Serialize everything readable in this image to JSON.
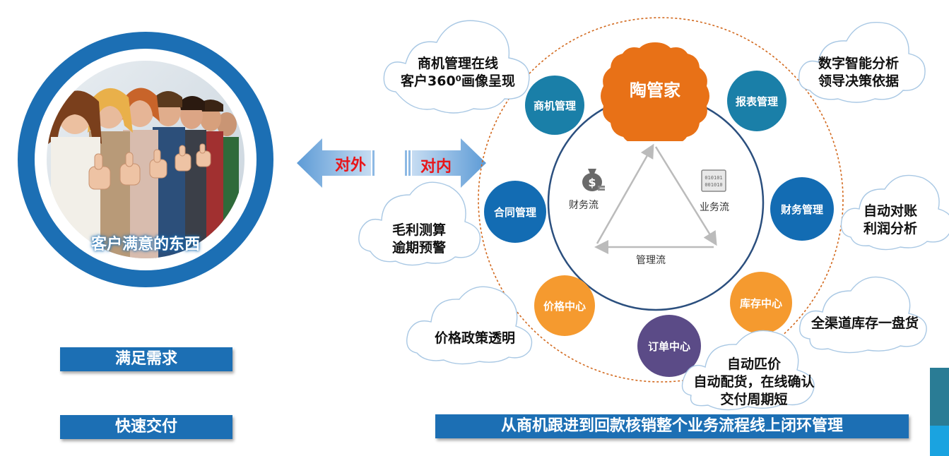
{
  "left": {
    "caption": "客户满意的东西",
    "bar1": "满足需求",
    "bar2": "快速交付"
  },
  "arrows": {
    "outer": "对外",
    "inner": "对内"
  },
  "center": {
    "hub": "陶管家",
    "flows": {
      "finance": "财务流",
      "business": "业务流",
      "management": "管理流"
    }
  },
  "nodes": {
    "opportunity": "商机管理",
    "report": "报表管理",
    "contract": "合同管理",
    "finance": "财务管理",
    "price": "价格中心",
    "inventory": "库存中心",
    "order": "订单中心"
  },
  "clouds": {
    "opportunity": [
      "商机管理在线",
      "客户360⁰画像呈现"
    ],
    "report": [
      "数字智能分析",
      "领导决策依据"
    ],
    "contract": [
      "毛利测算",
      "逾期预警"
    ],
    "finance": [
      "自动对账",
      "利润分析"
    ],
    "price": [
      "价格政策透明"
    ],
    "inventory": [
      "全渠道库存一盘货"
    ],
    "order": [
      "自动匹价",
      "自动配货，在线确认",
      "交付周期短"
    ]
  },
  "bottom_banner": "从商机跟进到回款核销整个业务流程线上闭环管理",
  "colors": {
    "brand_blue": "#1c6fb4",
    "hub_orange": "#e87117",
    "arrow_red": "#e8161a"
  }
}
